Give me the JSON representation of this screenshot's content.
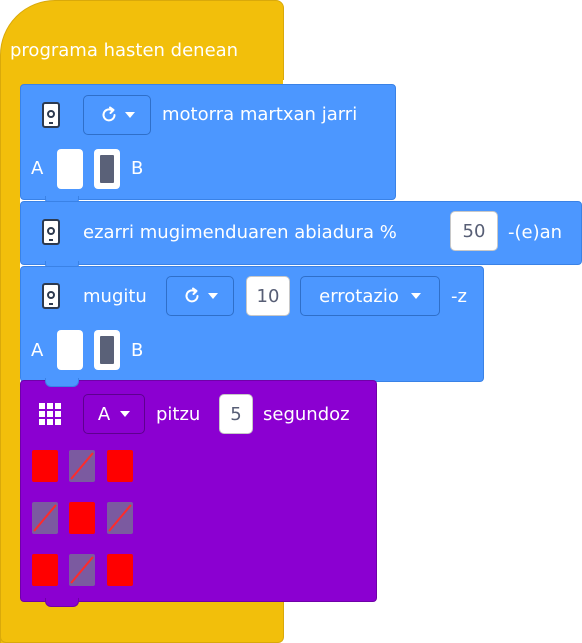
{
  "hat": {
    "label": "programa hasten denean",
    "color": "#f2bf0b"
  },
  "motor_start": {
    "direction_icon": "rotate-clockwise-icon",
    "label": "motorra martxan jarri",
    "port_a": "A",
    "port_b": "B",
    "selected_port": "B"
  },
  "set_speed": {
    "label": "ezarri mugimenduaren abiadura %",
    "value": "50",
    "suffix": "-(e)an"
  },
  "move": {
    "label": "mugitu",
    "direction_icon": "rotate-clockwise-icon",
    "value": "10",
    "unit": "errotazio",
    "suffix": "-z",
    "port_a": "A",
    "port_b": "B",
    "selected_port": "B"
  },
  "light": {
    "icon": "grid-icon",
    "port": "A",
    "label": "pitzu",
    "value": "5",
    "suffix": "segundoz",
    "matrix": [
      [
        true,
        false,
        true
      ],
      [
        false,
        true,
        false
      ],
      [
        true,
        false,
        true
      ]
    ],
    "on_color": "#ff0000",
    "off_color": "#7b5aa0"
  },
  "colors": {
    "blue": "#4c97ff",
    "purple": "#8b00d1",
    "yellow": "#f2bf0b"
  }
}
